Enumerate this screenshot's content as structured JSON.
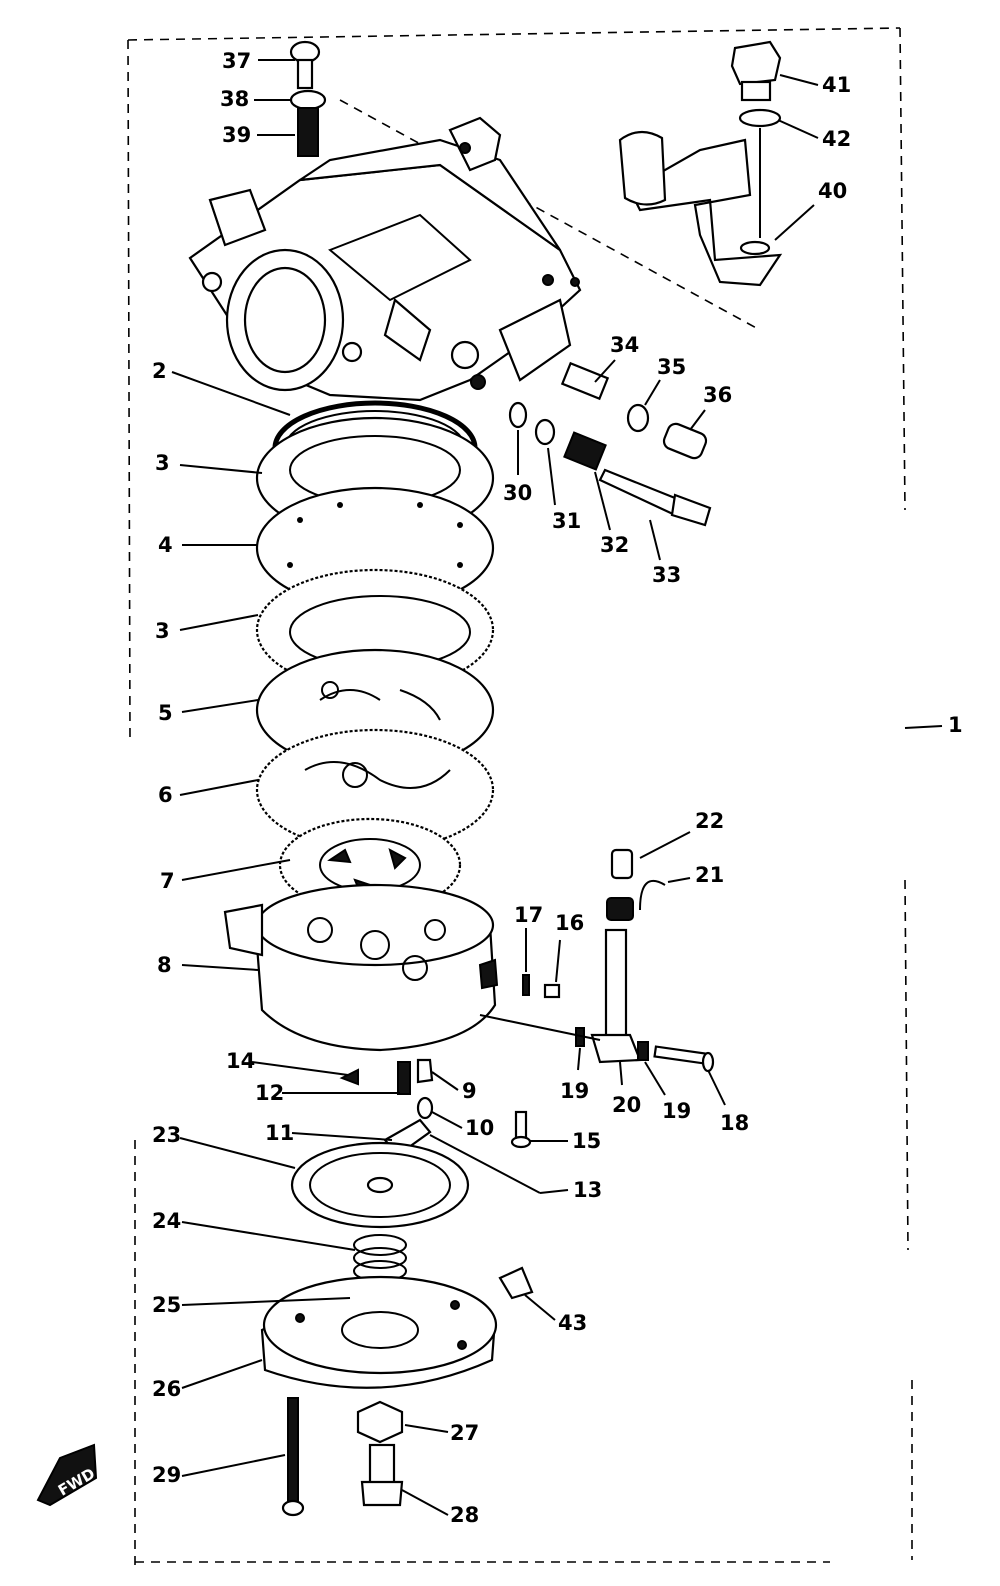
{
  "diagram": {
    "callouts": [
      {
        "id": "37",
        "text": "37"
      },
      {
        "id": "38",
        "text": "38"
      },
      {
        "id": "39",
        "text": "39"
      },
      {
        "id": "41",
        "text": "41"
      },
      {
        "id": "42",
        "text": "42"
      },
      {
        "id": "40",
        "text": "40"
      },
      {
        "id": "2",
        "text": "2"
      },
      {
        "id": "3a",
        "text": "3"
      },
      {
        "id": "4",
        "text": "4"
      },
      {
        "id": "3b",
        "text": "3"
      },
      {
        "id": "5",
        "text": "5"
      },
      {
        "id": "6",
        "text": "6"
      },
      {
        "id": "7",
        "text": "7"
      },
      {
        "id": "8",
        "text": "8"
      },
      {
        "id": "34",
        "text": "34"
      },
      {
        "id": "35",
        "text": "35"
      },
      {
        "id": "36",
        "text": "36"
      },
      {
        "id": "30",
        "text": "30"
      },
      {
        "id": "31",
        "text": "31"
      },
      {
        "id": "32",
        "text": "32"
      },
      {
        "id": "33",
        "text": "33"
      },
      {
        "id": "1",
        "text": "1"
      },
      {
        "id": "22",
        "text": "22"
      },
      {
        "id": "21",
        "text": "21"
      },
      {
        "id": "17",
        "text": "17"
      },
      {
        "id": "16",
        "text": "16"
      },
      {
        "id": "14",
        "text": "14"
      },
      {
        "id": "12",
        "text": "12"
      },
      {
        "id": "9",
        "text": "9"
      },
      {
        "id": "10",
        "text": "10"
      },
      {
        "id": "11",
        "text": "11"
      },
      {
        "id": "15",
        "text": "15"
      },
      {
        "id": "13",
        "text": "13"
      },
      {
        "id": "19a",
        "text": "19"
      },
      {
        "id": "20",
        "text": "20"
      },
      {
        "id": "19b",
        "text": "19"
      },
      {
        "id": "18",
        "text": "18"
      },
      {
        "id": "23",
        "text": "23"
      },
      {
        "id": "24",
        "text": "24"
      },
      {
        "id": "25",
        "text": "25"
      },
      {
        "id": "43",
        "text": "43"
      },
      {
        "id": "26",
        "text": "26"
      },
      {
        "id": "27",
        "text": "27"
      },
      {
        "id": "29",
        "text": "29"
      },
      {
        "id": "28",
        "text": "28"
      }
    ],
    "fwd_label": "FWD"
  }
}
